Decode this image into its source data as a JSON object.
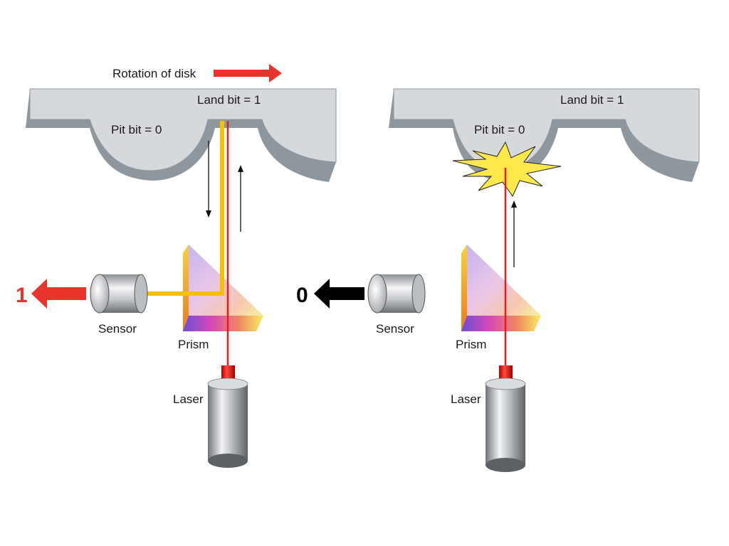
{
  "rotation_label": "Rotation of disk",
  "left_panel": {
    "land_label": "Land bit = 1",
    "pit_label": "Pit bit = 0",
    "sensor_label": "Sensor",
    "prism_label": "Prism",
    "laser_label": "Laser",
    "output_bit": "1",
    "output_color": "#e8342a"
  },
  "right_panel": {
    "land_label": "Land bit = 1",
    "pit_label": "Pit bit = 0",
    "sensor_label": "Sensor",
    "prism_label": "Prism",
    "laser_label": "Laser",
    "output_bit": "0",
    "output_color": "#000000"
  },
  "colors": {
    "laser_beam": "#e01e1e",
    "reflected_beam": "#f5c000",
    "disk_top": "#d5d9dc",
    "disk_side": "#8e979d",
    "scatter_burst": "#ffe84a"
  }
}
